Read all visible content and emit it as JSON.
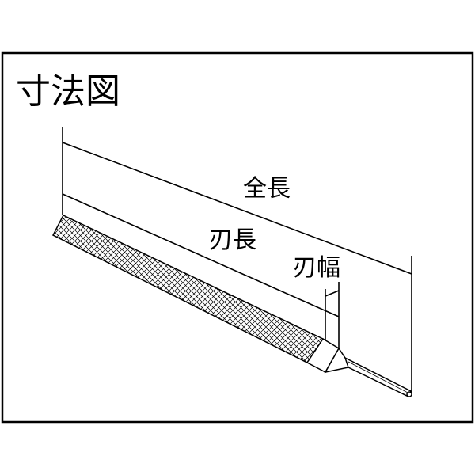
{
  "title": "寸法図",
  "labels": {
    "overall_length": "全長",
    "blade_length": "刃長",
    "blade_width": "刃幅"
  },
  "colors": {
    "line": "#000000",
    "background": "#ffffff"
  }
}
